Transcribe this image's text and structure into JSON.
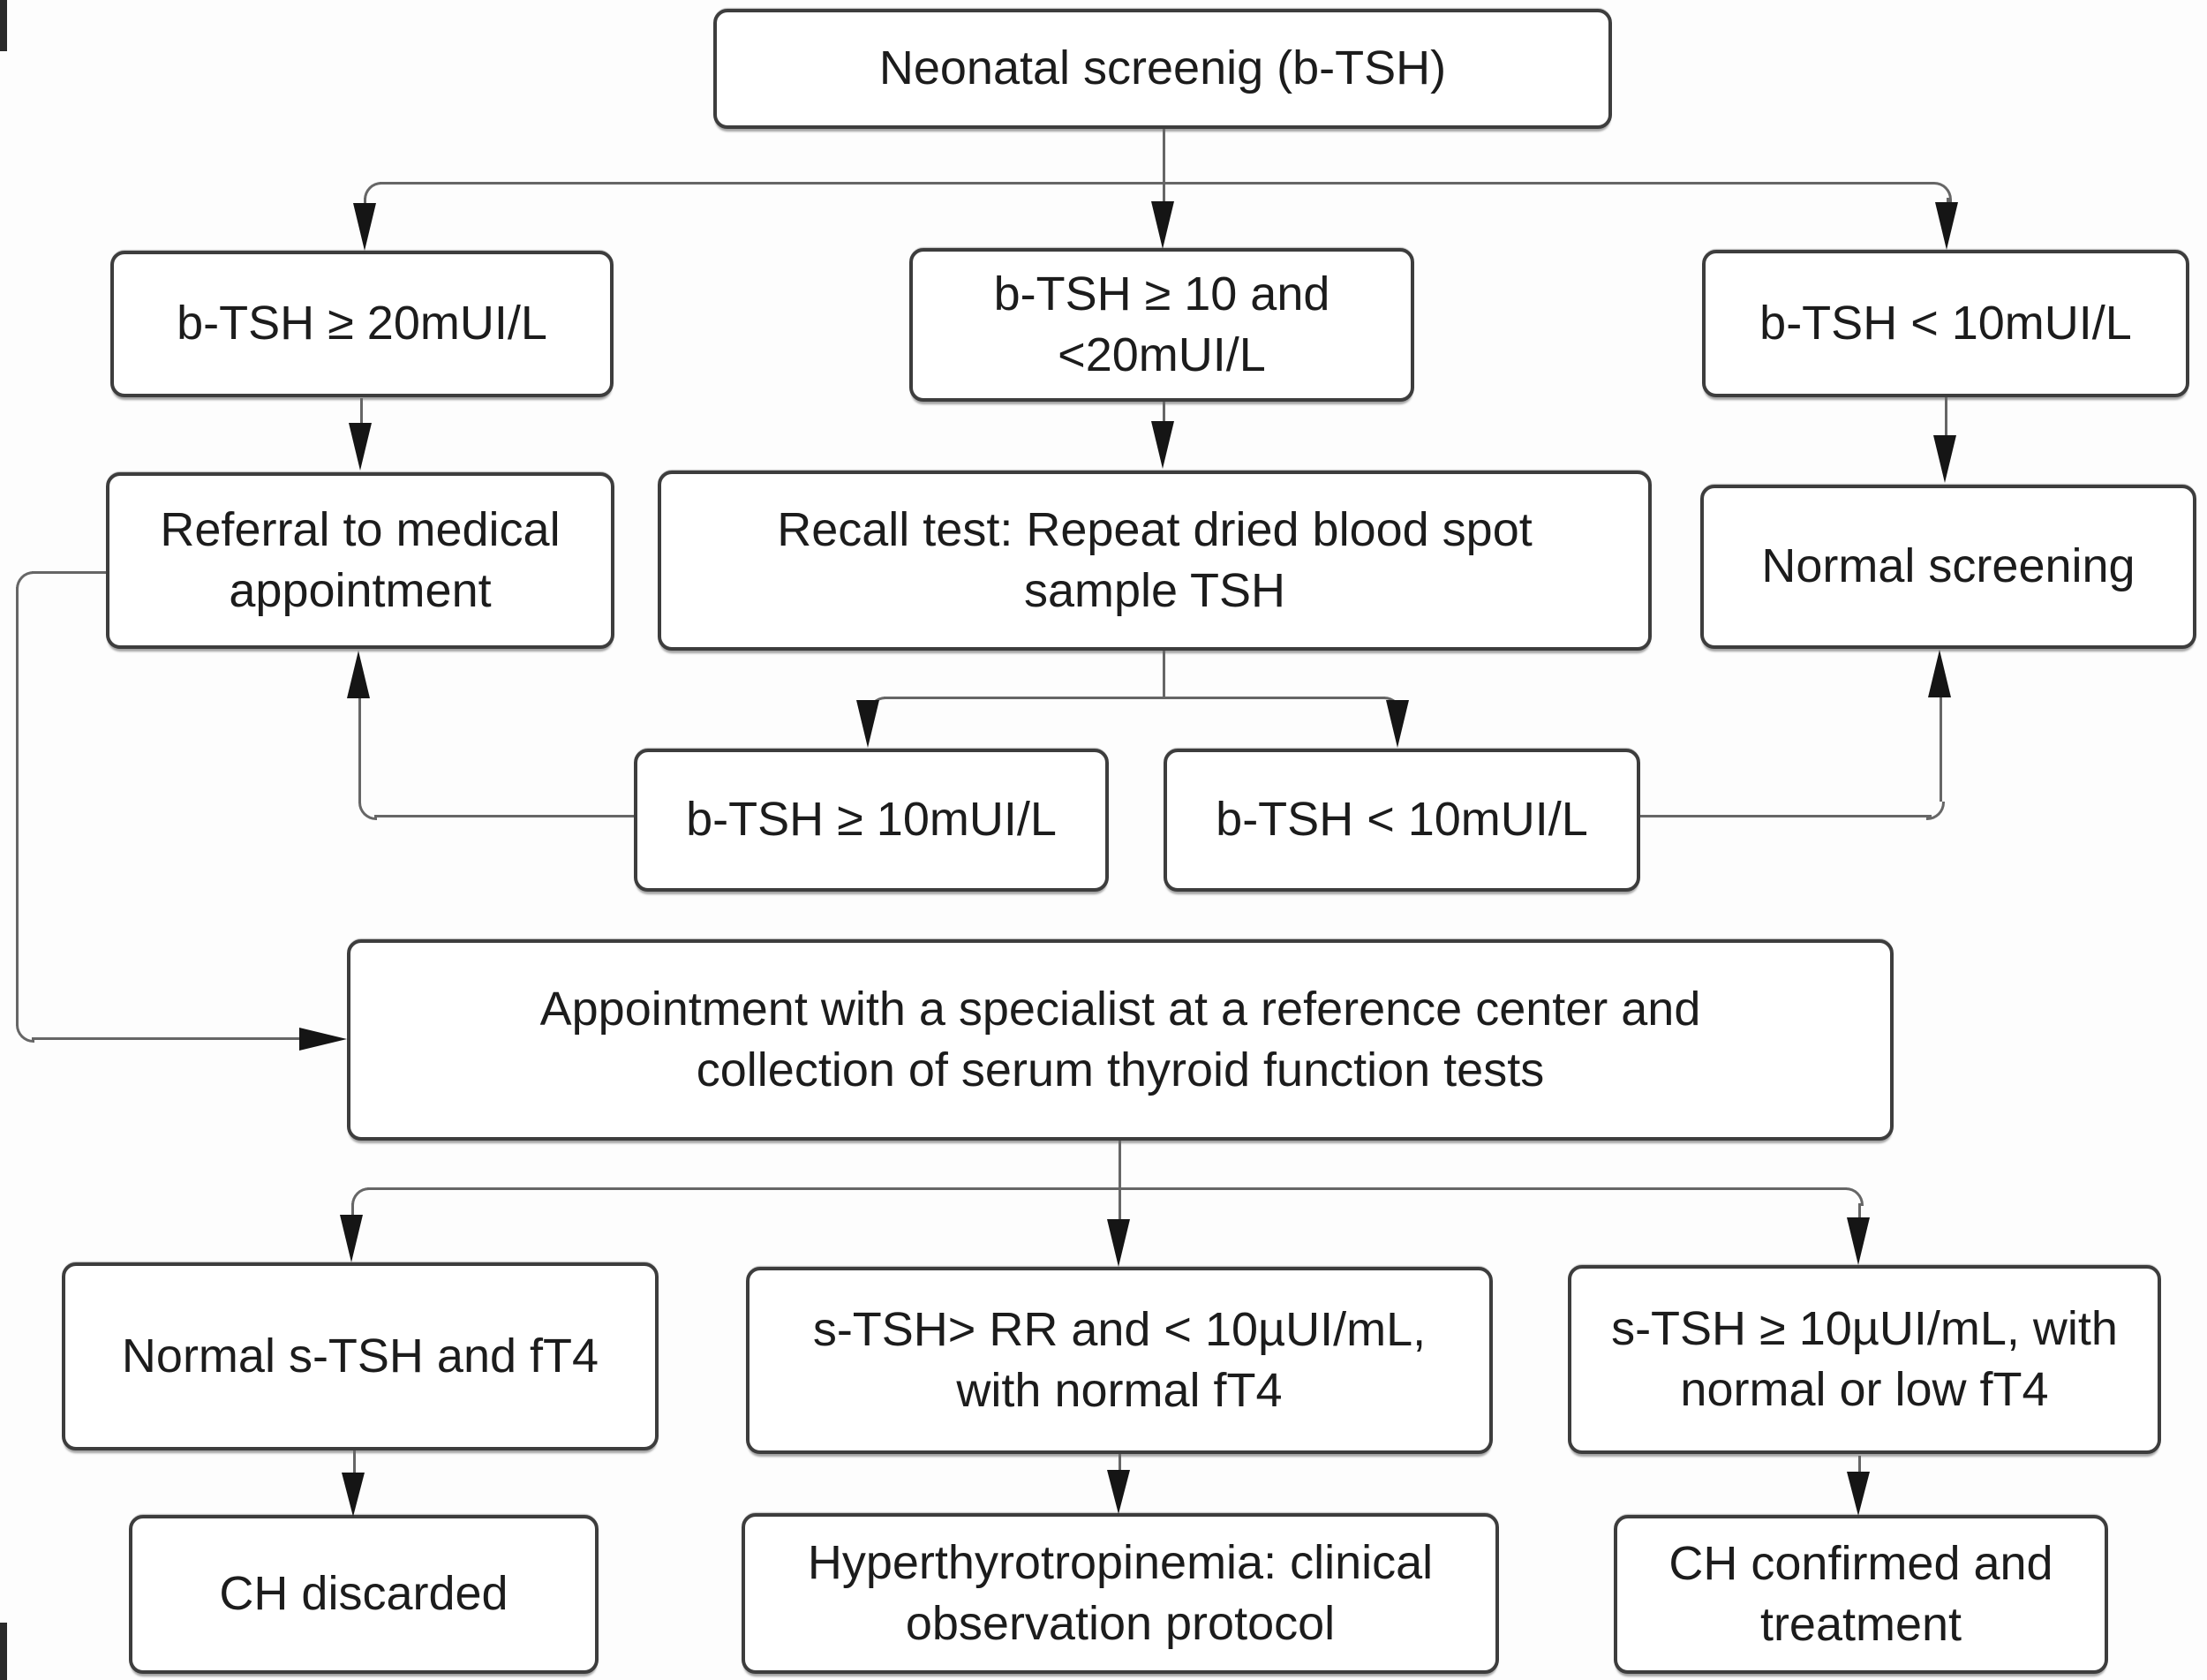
{
  "diagram": {
    "description": "Flowchart of neonatal screening protocol for congenital hypothyroidism (CH) based on b-TSH values",
    "nodes": {
      "screening": {
        "text": "Neonatal screenig (b-TSH)"
      },
      "tsh_ge20": {
        "text": "b-TSH ≥ 20mUI/L"
      },
      "tsh_10_20": {
        "text": "b-TSH ≥ 10 and\n<20mUI/L"
      },
      "tsh_lt10": {
        "text": "b-TSH < 10mUI/L"
      },
      "referral": {
        "text": "Referral to medical\nappointment"
      },
      "recall": {
        "text": "Recall test: Repeat dried blood spot\nsample TSH"
      },
      "normal_screening": {
        "text": "Normal screening"
      },
      "recall_ge10": {
        "text": "b-TSH ≥ 10mUI/L"
      },
      "recall_lt10": {
        "text": "b-TSH < 10mUI/L"
      },
      "specialist": {
        "text": "Appointment with a specialist at a reference center and\ncollection of serum thyroid function tests"
      },
      "normal_stsh": {
        "text": "Normal s-TSH and fT4"
      },
      "stsh_rr": {
        "text": "s-TSH> RR and < 10µUI/mL,\nwith normal fT4"
      },
      "stsh_ge10": {
        "text": "s-TSH ≥ 10µUI/mL, with\nnormal or low fT4"
      },
      "ch_discarded": {
        "text": "CH discarded"
      },
      "hyper": {
        "text": "Hyperthyrotropinemia: clinical\nobservation protocol"
      },
      "ch_confirmed": {
        "text": "CH confirmed and\ntreatment"
      }
    },
    "edges": [
      {
        "from": "screening",
        "to": "tsh_ge20"
      },
      {
        "from": "screening",
        "to": "tsh_10_20"
      },
      {
        "from": "screening",
        "to": "tsh_lt10"
      },
      {
        "from": "tsh_ge20",
        "to": "referral"
      },
      {
        "from": "tsh_10_20",
        "to": "recall"
      },
      {
        "from": "tsh_lt10",
        "to": "normal_screening"
      },
      {
        "from": "recall",
        "to": "recall_ge10"
      },
      {
        "from": "recall",
        "to": "recall_lt10"
      },
      {
        "from": "recall_ge10",
        "to": "referral"
      },
      {
        "from": "recall_lt10",
        "to": "normal_screening"
      },
      {
        "from": "referral",
        "to": "specialist"
      },
      {
        "from": "specialist",
        "to": "normal_stsh"
      },
      {
        "from": "specialist",
        "to": "stsh_rr"
      },
      {
        "from": "specialist",
        "to": "stsh_ge10"
      },
      {
        "from": "normal_stsh",
        "to": "ch_discarded"
      },
      {
        "from": "stsh_rr",
        "to": "hyper"
      },
      {
        "from": "stsh_ge10",
        "to": "ch_confirmed"
      }
    ],
    "colors": {
      "background": "#ffffff",
      "box_fill": "#ffffff",
      "box_border": "#3d3d3d",
      "line": "#666666",
      "arrow": "#151515",
      "text": "#1c1c1c"
    }
  }
}
